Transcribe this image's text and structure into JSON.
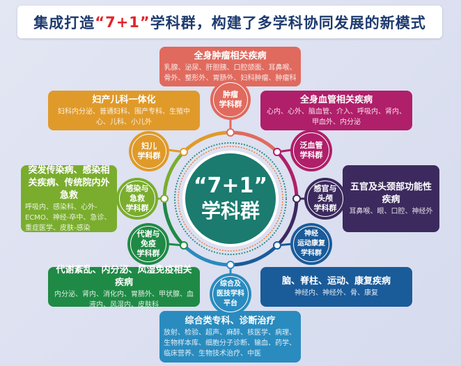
{
  "title": {
    "pre": "集成打造",
    "highlight": "“7+1”",
    "post": "学科群，构建了多学科协同发展的新模式"
  },
  "center": {
    "line1": "“7+1”",
    "line2": "学科群"
  },
  "colors": {
    "tumor": "#e06a5e",
    "women": "#e09a2a",
    "vascular": "#b01f6a",
    "infection": "#7aad2e",
    "senses": "#3c2a5e",
    "metabolic": "#1f8a45",
    "neuro": "#1a5b9a",
    "general": "#2a8bbf",
    "center": "#1a7b6e",
    "title_highlight": "#e0262b"
  },
  "groups": [
    {
      "circle": "肿瘤\n学科群",
      "heading": "全身肿瘤相关疾病",
      "detail": "乳腺、泌尿、肝胆胰、口腔颌面、耳鼻喉、骨外、整形外、胃肠外、妇科肿瘤、肿瘤科"
    },
    {
      "circle": "妇儿\n学科群",
      "heading": "妇产儿科一体化",
      "detail": "妇科内分泌、普通妇科、围产专科、生殖中心、儿科、小儿外"
    },
    {
      "circle": "泛血管\n学科群",
      "heading": "全身血管相关疾病",
      "detail": "心内、心外、脑血管、介入、呼吸内、肾内、甲血外、内分泌"
    },
    {
      "circle": "感染与\n急救\n学科群",
      "heading": "突发传染病、感染相关疾病、传统院内外急救",
      "detail": "呼吸内、感染科、心外-ECMO、神经-卒中、急诊、重症医学、皮肤-感染"
    },
    {
      "circle": "感官与\n头颅\n学科群",
      "heading": "五官及头颈部功能性疾病",
      "detail": "耳鼻喉、眼、口腔、神经外"
    },
    {
      "circle": "代谢与\n免疫\n学科群",
      "heading": "代谢紊乱、内分泌、风湿免疫相关疾病",
      "detail": "内分泌、肾内、消化内、胃肠外、甲状腺、血液内、风湿内、皮肤科"
    },
    {
      "circle": "神经\n运动康复\n学科群",
      "heading": "脑、脊柱、运动、康复疾病",
      "detail": "神经内、神经外、骨、康复"
    },
    {
      "circle": "综合及\n医技学科\n平台",
      "heading": "综合类专科、诊断治疗",
      "detail": "放射、检验、超声、麻醉、核医学、病理、生物样本库、细胞分子诊断、输血、药学、临床营养、生物技术治疗、中医"
    }
  ]
}
